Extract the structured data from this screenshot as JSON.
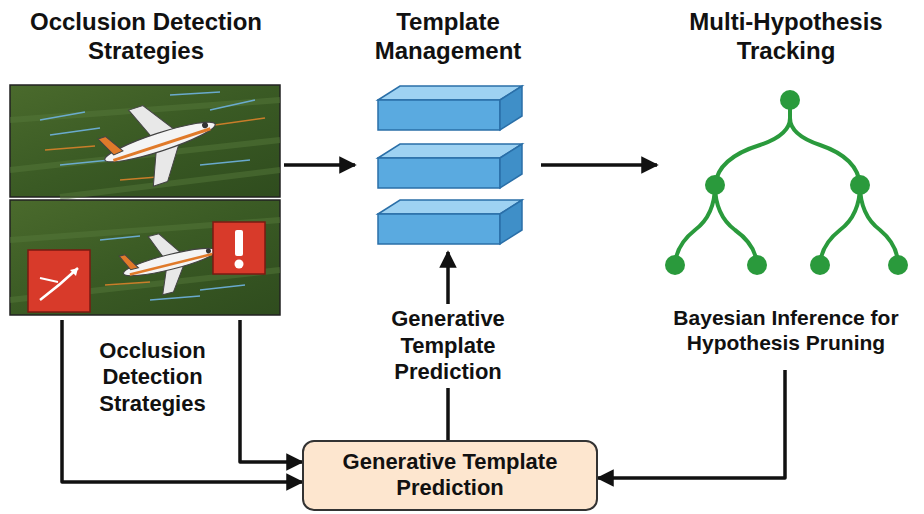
{
  "diagram": {
    "nodes": [
      {
        "text": [
          "Occlusion Detection Strategies"
        ]
      },
      {
        "text": [
          "Template Management"
        ]
      },
      {
        "text": [
          "Multi-Hypothesis Tracking",
          "Bayesian Inference for Hypothesis Pruning"
        ]
      },
      {
        "text": [
          "Generative Template Prediction"
        ]
      }
    ],
    "edges": [
      {
        "from": 0,
        "to": 1,
        "arrow": "to"
      },
      {
        "from": 1,
        "to": 2,
        "arrow": "to"
      },
      {
        "from": 0,
        "to": 3,
        "arrow": "to"
      },
      {
        "from": 0,
        "to": 3,
        "arrow": "to"
      },
      {
        "from": 2,
        "to": 3,
        "arrow": "to"
      },
      {
        "from": 3,
        "to": 1,
        "label": "Generative Template Prediction",
        "arrow": "to"
      }
    ],
    "labels": [
      "Occlusion Detection Strategies"
    ]
  }
}
